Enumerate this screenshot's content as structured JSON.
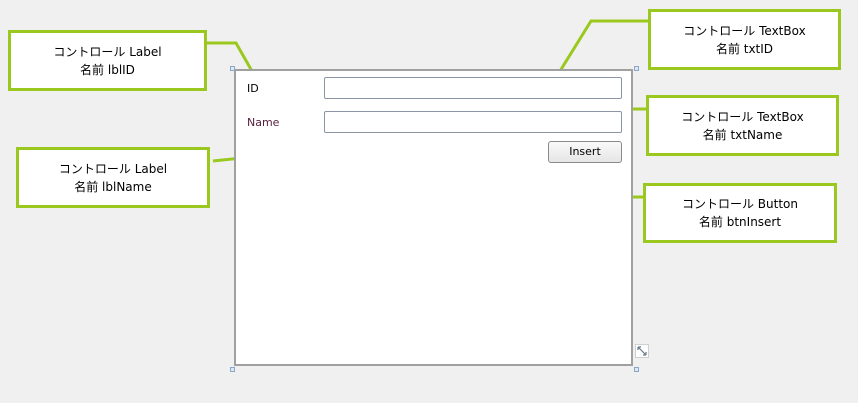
{
  "form": {
    "label_id": "ID",
    "label_name": "Name",
    "textbox_id_value": "",
    "textbox_name_value": "",
    "insert_button": "Insert"
  },
  "callouts": {
    "lblID": {
      "line1": "コントロール Label",
      "line2": "名前 lblID"
    },
    "lblName": {
      "line1": "コントロール Label",
      "line2": "名前 lblName"
    },
    "txtID": {
      "line1": "コントロール TextBox",
      "line2": "名前 txtID"
    },
    "txtName": {
      "line1": "コントロール TextBox",
      "line2": "名前 txtName"
    },
    "btnInsert": {
      "line1": "コントロール Button",
      "line2": "名前 btnInsert"
    }
  },
  "colors": {
    "callout_border": "#9bc81e",
    "background": "#f0f0f0"
  }
}
